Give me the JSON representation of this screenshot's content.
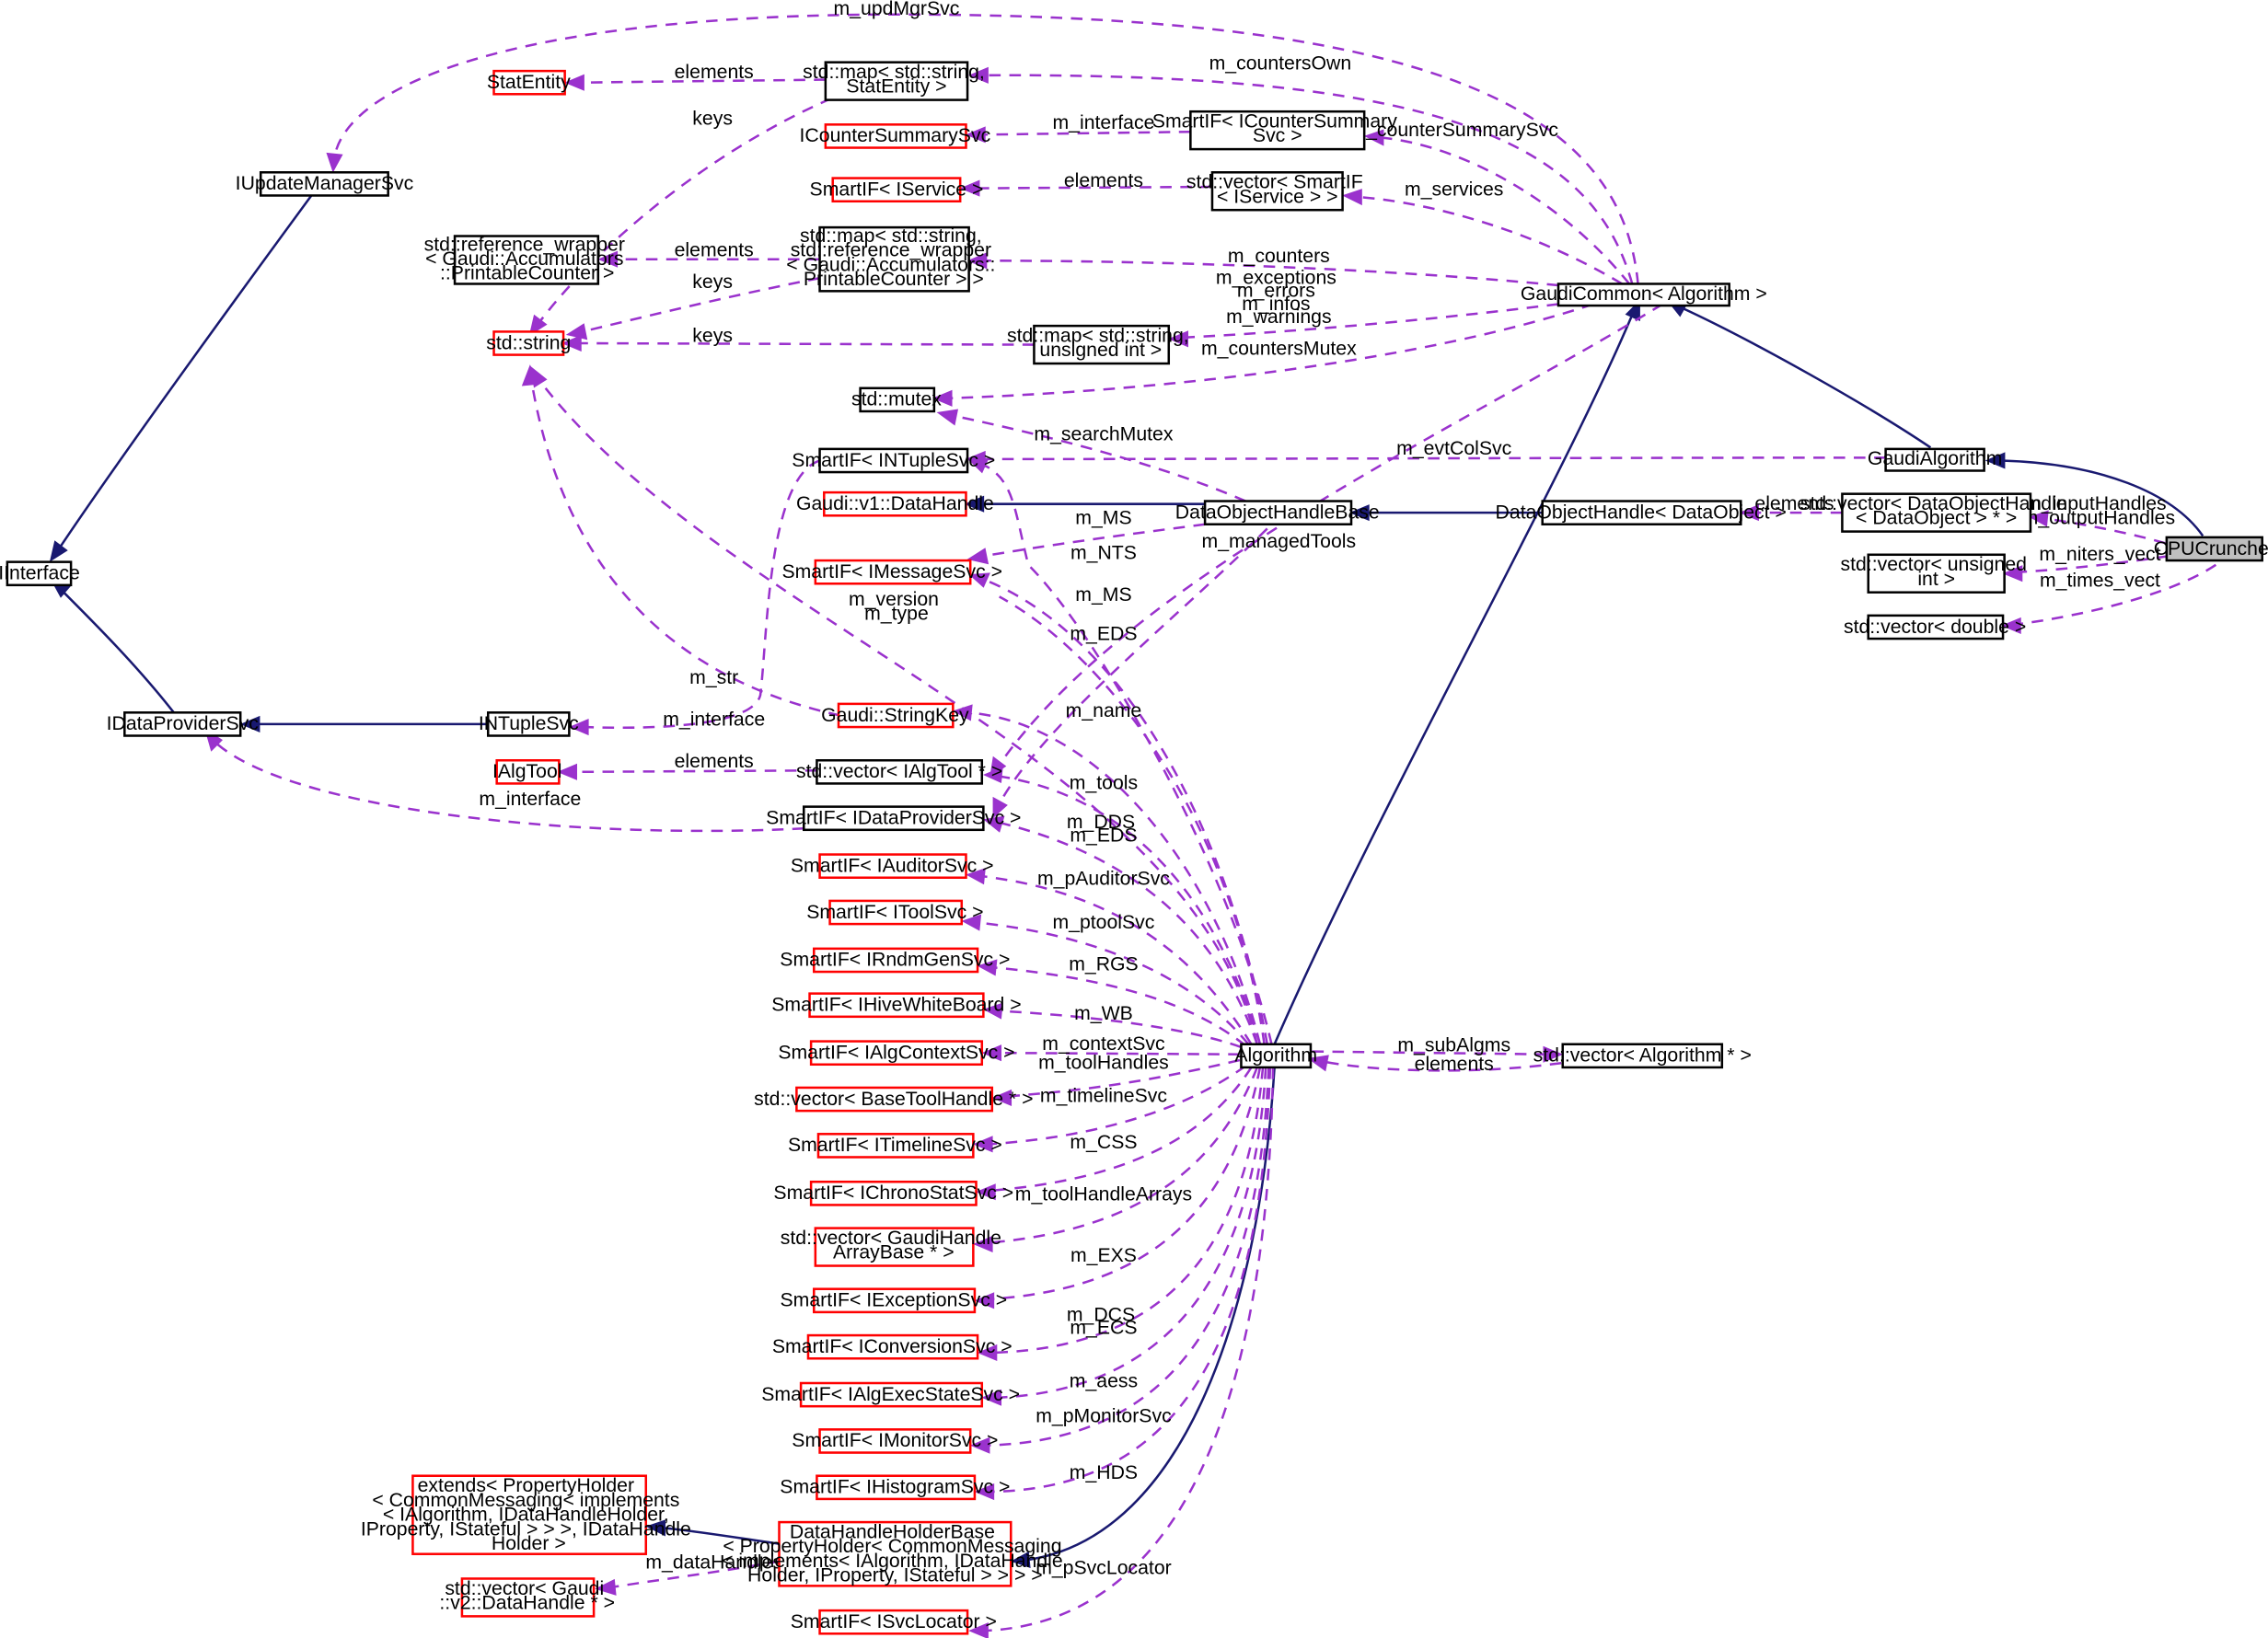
{
  "nodes": {
    "CPUCruncher": [
      "CPUCruncher"
    ],
    "GaudiAlgorithm": [
      "GaudiAlgorithm"
    ],
    "GaudiCommon": [
      "GaudiCommon< Algorithm >"
    ],
    "Algorithm": [
      "Algorithm"
    ],
    "vecAlgorithm": [
      "std::vector< Algorithm * >"
    ],
    "IUpdateManagerSvc": [
      "IUpdateManagerSvc"
    ],
    "IInterface": [
      "IInterface"
    ],
    "IDataProviderSvc": [
      "IDataProviderSvc"
    ],
    "INTupleSvc": [
      "INTupleSvc"
    ],
    "StatEntity": [
      "StatEntity"
    ],
    "mapStatEntity": [
      "std::map< std::string,",
      "StatEntity >"
    ],
    "ICounterSummarySvc": [
      "ICounterSummarySvc"
    ],
    "SmartIFICounterSummarySvc": [
      "SmartIF< ICounterSummary",
      "Svc >"
    ],
    "SmartIFIService": [
      "SmartIF< IService >"
    ],
    "vecSmartIFIService": [
      "std::vector< SmartIF",
      "< IService > >"
    ],
    "refWrapper": [
      "std::reference_wrapper",
      "< Gaudi::Accumulators",
      "::PrintableCounter >"
    ],
    "mapRefWrapper": [
      "std::map< std::string,",
      "std::reference_wrapper",
      "< Gaudi::Accumulators::",
      "PrintableCounter > >"
    ],
    "stdString": [
      "std::string"
    ],
    "mapUnsigned": [
      "std::map< std::string,",
      "unsigned int >"
    ],
    "stdMutex": [
      "std::mutex"
    ],
    "SmartIFINTupleSvc": [
      "SmartIF< INTupleSvc >"
    ],
    "DataHandle": [
      "Gaudi::v1::DataHandle"
    ],
    "DataObjectHandleBase": [
      "DataObjectHandleBase"
    ],
    "DataObjectHandle": [
      "DataObjectHandle< DataObject >"
    ],
    "vecDataObjectHandle": [
      "std::vector< DataObjectHandle",
      "< DataObject > * >"
    ],
    "vecUnsigned": [
      "std::vector< unsigned",
      "int >"
    ],
    "vecDouble": [
      "std::vector< double >"
    ],
    "SmartIFIMessageSvc": [
      "SmartIF< IMessageSvc >"
    ],
    "StringKey": [
      "Gaudi::StringKey"
    ],
    "IAlgTool": [
      "IAlgTool"
    ],
    "vecIAlgTool": [
      "std::vector< IAlgTool * >"
    ],
    "SmartIFIDataProviderSvc": [
      "SmartIF< IDataProviderSvc >"
    ],
    "SmartIFIAuditorSvc": [
      "SmartIF< IAuditorSvc >"
    ],
    "SmartIFIToolSvc": [
      "SmartIF< IToolSvc >"
    ],
    "SmartIFIRndmGenSvc": [
      "SmartIF< IRndmGenSvc >"
    ],
    "SmartIFIHiveWhiteBoard": [
      "SmartIF< IHiveWhiteBoard >"
    ],
    "SmartIFIAlgContextSvc": [
      "SmartIF< IAlgContextSvc >"
    ],
    "vecBaseToolHandle": [
      "std::vector< BaseToolHandle * >"
    ],
    "SmartIFITimelineSvc": [
      "SmartIF< ITimelineSvc >"
    ],
    "SmartIFIChronoStatSvc": [
      "SmartIF< IChronoStatSvc >"
    ],
    "vecGaudiHandleArrayBase": [
      "std::vector< GaudiHandle",
      "ArrayBase * >"
    ],
    "SmartIFIExceptionSvc": [
      "SmartIF< IExceptionSvc >"
    ],
    "SmartIFIConversionSvc": [
      "SmartIF< IConversionSvc >"
    ],
    "SmartIFIAlgExecStateSvc": [
      "SmartIF< IAlgExecStateSvc >"
    ],
    "SmartIFIMonitorSvc": [
      "SmartIF< IMonitorSvc >"
    ],
    "SmartIFIHistogramSvc": [
      "SmartIF< IHistogramSvc >"
    ],
    "extendsPropertyHolder": [
      "extends< PropertyHolder",
      "< CommonMessaging< implements",
      "< IAlgorithm, IDataHandleHolder,",
      " IProperty, IStateful > > >, IDataHandle",
      "Holder >"
    ],
    "DataHandleHolderBase": [
      "DataHandleHolderBase",
      "< PropertyHolder< CommonMessaging",
      "< implements< IAlgorithm, IDataHandle",
      "Holder, IProperty, IStateful > > > >"
    ],
    "vecV2DataHandle": [
      "std::vector< Gaudi",
      "::v2::DataHandle * >"
    ],
    "SmartIFISvcLocator": [
      "SmartIF< ISvcLocator >"
    ]
  },
  "edges": {
    "m_updMgrSvc": [
      "m_updMgrSvc"
    ],
    "e_elements_stat": [
      "elements"
    ],
    "m_countersOwn": [
      "m_countersOwn"
    ],
    "keys1": [
      "keys"
    ],
    "m_interface_cs": [
      "m_interface"
    ],
    "m_counterSummarySvc": [
      "m_counterSummarySvc"
    ],
    "e_elements_svc": [
      "elements"
    ],
    "m_services": [
      "m_services"
    ],
    "e_elements_ref": [
      "elements"
    ],
    "keys2": [
      "keys"
    ],
    "m_counters": [
      "m_counters"
    ],
    "m_exceptions": [
      "m_exceptions",
      "m_errors",
      "m_infos",
      "m_warnings"
    ],
    "keys3": [
      "keys"
    ],
    "m_countersMutex": [
      "m_countersMutex"
    ],
    "m_searchMutex": [
      "m_searchMutex"
    ],
    "m_evtColSvc": [
      "m_evtColSvc"
    ],
    "e_elements_doh": [
      "elements"
    ],
    "m_inputHandles": [
      "m_inputHandles",
      "m_outputHandles"
    ],
    "m_MS1": [
      "m_MS"
    ],
    "m_managedTools": [
      "m_managedTools"
    ],
    "m_niters_vect": [
      "m_niters_vect"
    ],
    "m_times_vect": [
      "m_times_vect"
    ],
    "m_NTS": [
      "m_NTS"
    ],
    "m_MS2": [
      "m_MS"
    ],
    "m_version": [
      "m_version",
      "m_type"
    ],
    "m_EDS1": [
      "m_EDS"
    ],
    "m_str": [
      "m_str"
    ],
    "m_interface_nt": [
      "m_interface"
    ],
    "m_name": [
      "m_name"
    ],
    "e_elements_tool": [
      "elements"
    ],
    "m_tools": [
      "m_tools"
    ],
    "m_interface_dp": [
      "m_interface"
    ],
    "m_DDS": [
      "m_DDS",
      "m_EDS"
    ],
    "m_pAuditorSvc": [
      "m_pAuditorSvc"
    ],
    "m_ptoolSvc": [
      "m_ptoolSvc"
    ],
    "m_RGS": [
      "m_RGS"
    ],
    "m_WB": [
      "m_WB"
    ],
    "m_subAlgms": [
      "m_subAlgms"
    ],
    "e_elements_alg": [
      "elements"
    ],
    "m_contextSvc": [
      "m_contextSvc"
    ],
    "m_toolHandles": [
      "m_toolHandles"
    ],
    "m_timelineSvc": [
      "m_timelineSvc"
    ],
    "m_CSS": [
      "m_CSS"
    ],
    "m_toolHandleArrays": [
      "m_toolHandleArrays"
    ],
    "m_EXS": [
      "m_EXS"
    ],
    "m_DCS": [
      "m_DCS",
      "m_ECS"
    ],
    "m_aess": [
      "m_aess"
    ],
    "m_pMonitorSvc": [
      "m_pMonitorSvc"
    ],
    "m_HDS": [
      "m_HDS"
    ],
    "m_dataHandles": [
      "m_dataHandles"
    ],
    "m_pSvcLocator": [
      "m_pSvcLocator"
    ]
  },
  "colors": {
    "inheritance": "#191970",
    "usage": "#9a32cd",
    "documented_border": "#000000",
    "undocumented_border": "#ff0000",
    "highlight_fill": "#bfbfbf"
  }
}
